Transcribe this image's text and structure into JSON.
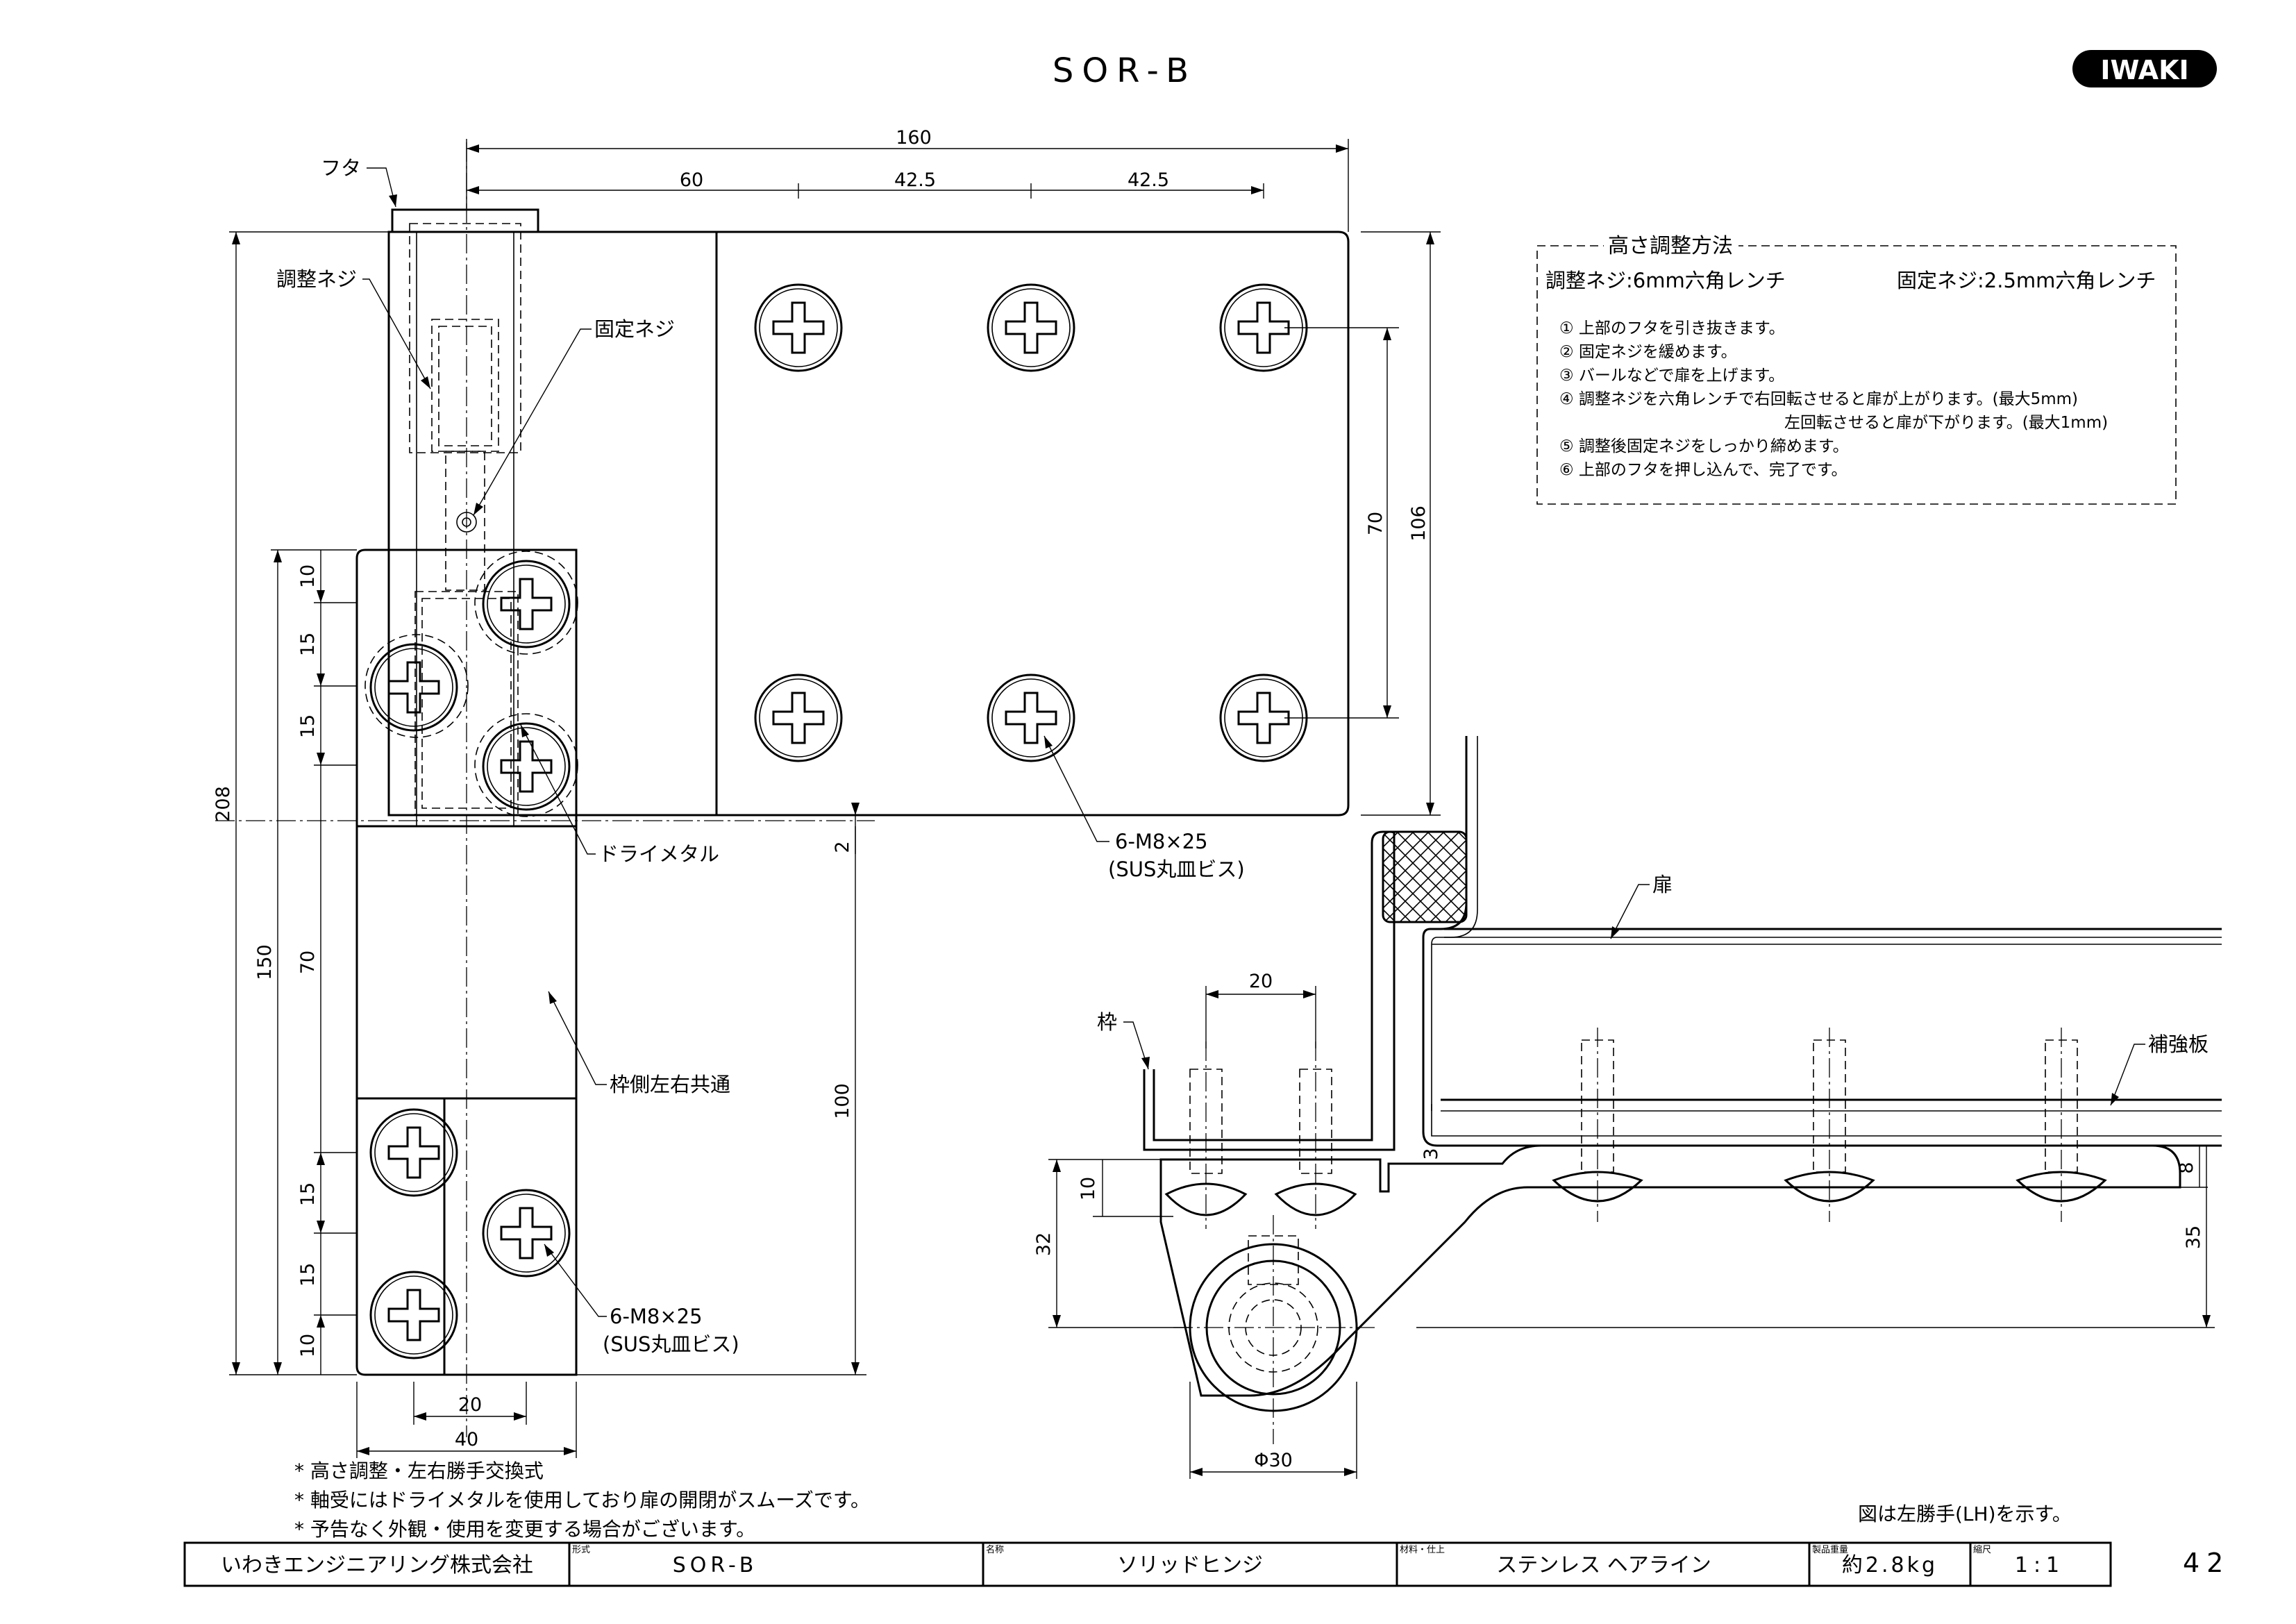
{
  "header": {
    "title": "SOR-B",
    "logo": "IWAKI"
  },
  "callouts": {
    "futa": "フタ",
    "chousei_neji": "調整ネジ",
    "kotei_neji": "固定ネジ",
    "dry_metal": "ドライメタル",
    "screws_top_1": "6-M8×25",
    "screws_top_2": "(SUS丸皿ビス)",
    "frame_common": "枠側左右共通",
    "screws_bottom_1": "6-M8×25",
    "screws_bottom_2": "(SUS丸皿ビス)",
    "tobira": "扉",
    "waku": "枠",
    "hokyouban": "補強板"
  },
  "dims": {
    "d160": "160",
    "d60": "60",
    "d42a": "42.5",
    "d42b": "42.5",
    "d70r": "70",
    "d106": "106",
    "d208": "208",
    "d150": "150",
    "d10a": "10",
    "d15a": "15",
    "d15b": "15",
    "d70l": "70",
    "d15c": "15",
    "d15d": "15",
    "d10b": "10",
    "d2": "2",
    "d100": "100",
    "d20": "20",
    "d40": "40",
    "s20": "20",
    "s10": "10",
    "s32": "32",
    "s3": "3",
    "s8": "8",
    "s35": "35",
    "phi30": "Φ30"
  },
  "adjust_box": {
    "title": "高さ調整方法",
    "wrench_adjust": "調整ネジ:6mm六角レンチ",
    "wrench_fix": "固定ネジ:2.5mm六角レンチ",
    "steps": [
      "① 上部のフタを引き抜きます。",
      "② 固定ネジを緩めます。",
      "③ バールなどで扉を上げます。",
      "④ 調整ネジを六角レンチで右回転させると扉が上がります。(最大5mm)",
      "左回転させると扉が下がります。(最大1mm)",
      "⑤ 調整後固定ネジをしっかり締めます。",
      "⑥ 上部のフタを押し込んで、完了です。"
    ]
  },
  "notes": [
    "* 高さ調整・左右勝手交換式",
    "* 軸受にはドライメタルを使用しており扉の開閉がスムーズです。",
    "* 予告なく外観・使用を変更する場合がございます。"
  ],
  "hand_note": "図は左勝手(LH)を示す。",
  "title_block": {
    "company": "いわきエンジニアリング株式会社",
    "model_caption": "形式",
    "model": "SOR-B",
    "name_caption": "名称",
    "name": "ソリッドヒンジ",
    "material_caption": "材料・仕上",
    "material": "ステンレス ヘアライン",
    "weight_caption": "製品重量",
    "weight": "約2.8kg",
    "scale_caption": "縮尺",
    "scale": "1:1",
    "page": "42"
  }
}
